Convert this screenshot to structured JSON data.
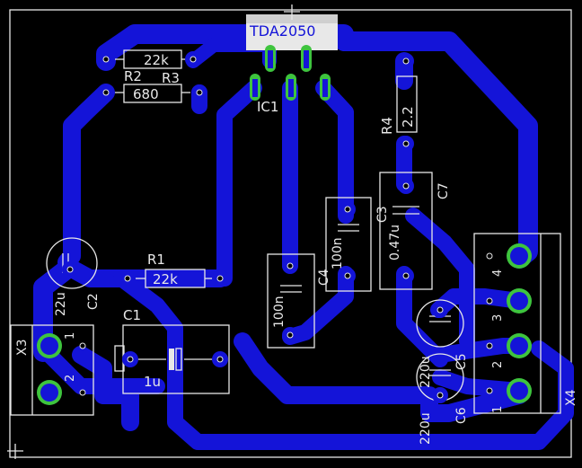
{
  "components": {
    "ic1": {
      "ref": "IC1",
      "value": "TDA2050"
    },
    "r2": {
      "ref": "R2",
      "value": "22k"
    },
    "r3": {
      "ref": "R3",
      "value": "680"
    },
    "r1": {
      "ref": "R1",
      "value": "22k"
    },
    "r4": {
      "ref": "R4",
      "value": "2.2"
    },
    "c1": {
      "ref": "C1",
      "value": "1u"
    },
    "c2": {
      "ref": "C2",
      "value": "22u"
    },
    "c3": {
      "ref": "C3",
      "value": "0.47u"
    },
    "c4": {
      "ref": "C4",
      "value": "100n"
    },
    "c4b": {
      "value": "100n"
    },
    "c5": {
      "ref": "C5",
      "value": "220u"
    },
    "c6": {
      "ref": "C6",
      "value": "220u"
    },
    "c7": {
      "ref": "C7"
    },
    "x3": {
      "ref": "X3",
      "pins": [
        "1",
        "2"
      ]
    },
    "x4": {
      "ref": "X4",
      "pins": [
        "4",
        "3",
        "2",
        "1"
      ]
    }
  },
  "colors": {
    "background": "#000000",
    "copper": "#1414d8",
    "silkscreen": "#e8e8e8",
    "pad": "#3ec43e"
  }
}
